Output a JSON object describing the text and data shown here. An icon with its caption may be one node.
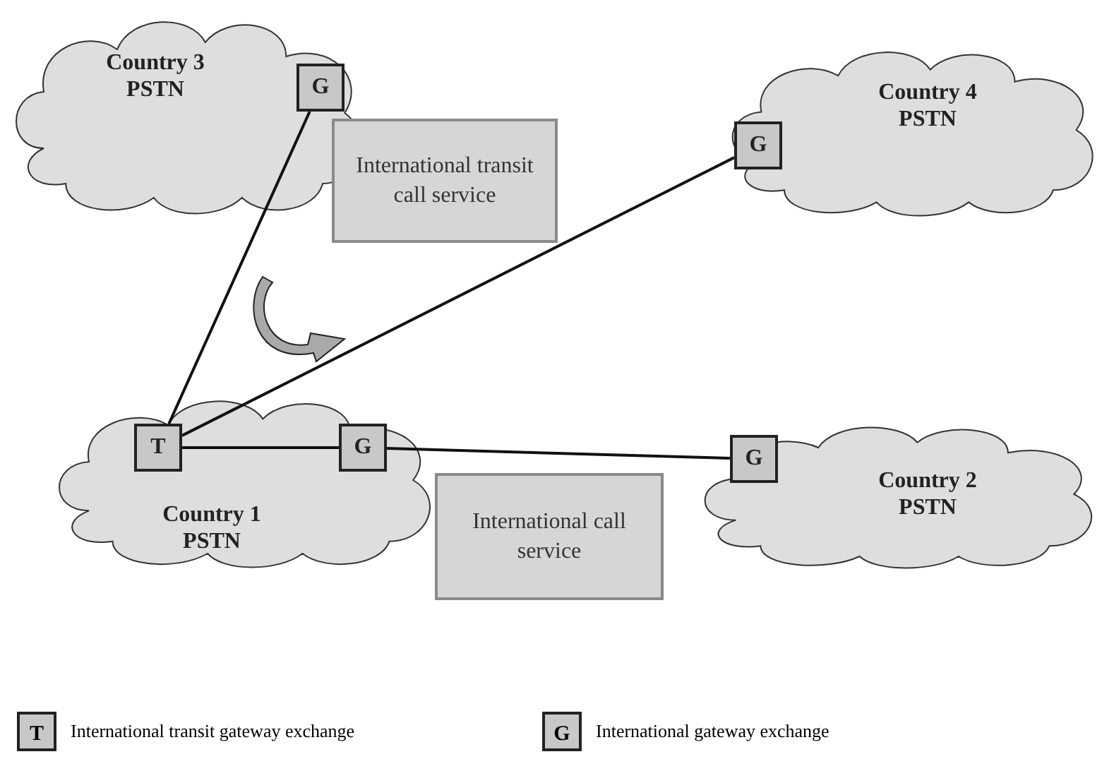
{
  "diagram": {
    "nodes": [
      {
        "text": [
          "Country 3 PSTN"
        ]
      },
      {
        "text": [
          "G"
        ],
        "in": 0
      },
      {
        "text": [
          "Country 4 PSTN"
        ]
      },
      {
        "text": [
          "G"
        ],
        "in": 2
      },
      {
        "text": [
          "International transit call service"
        ]
      },
      {
        "text": [
          "Country 1 PSTN"
        ]
      },
      {
        "text": [
          "T"
        ],
        "in": 5
      },
      {
        "text": [
          "G"
        ],
        "in": 5
      },
      {
        "text": [
          "Country 2 PSTN"
        ]
      },
      {
        "text": [
          "G"
        ],
        "in": 8
      },
      {
        "text": [
          "International call service"
        ]
      }
    ],
    "edges": [
      {
        "from": 6,
        "to": 1,
        "arrow": "none"
      },
      {
        "from": 6,
        "to": 3,
        "arrow": "none"
      },
      {
        "from": 6,
        "to": 7,
        "arrow": "none"
      },
      {
        "from": 7,
        "to": 9,
        "arrow": "none"
      }
    ],
    "labels": [
      "T",
      "G"
    ],
    "legend": [
      {
        "text": "International transit gateway exchange"
      },
      {
        "text": "International gateway exchange"
      }
    ]
  }
}
